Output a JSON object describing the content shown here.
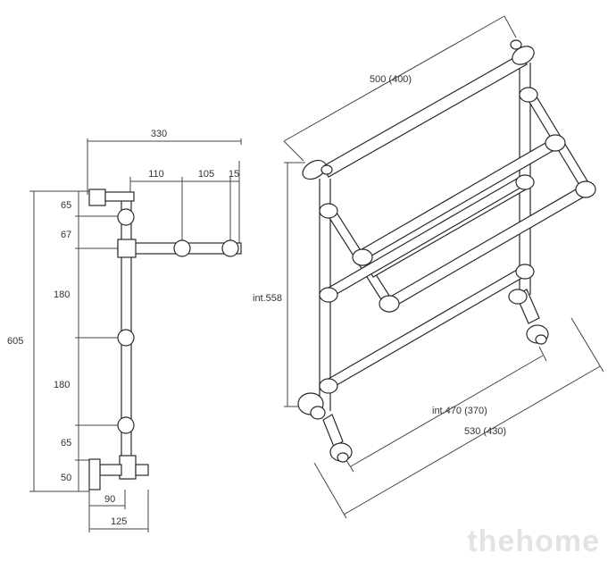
{
  "side_view": {
    "dims": {
      "total_width": "330",
      "seg_110": "110",
      "seg_105": "105",
      "seg_15": "15",
      "total_height": "605",
      "h_65_top": "65",
      "h_67": "67",
      "h_180_a": "180",
      "h_180_b": "180",
      "h_65_bottom": "65",
      "h_50": "50",
      "w_90": "90",
      "w_125": "125"
    }
  },
  "iso_view": {
    "dims": {
      "depth": "500 (400)",
      "height": "int.558",
      "inner_width": "int.470 (370)",
      "outer_width": "530 (430)"
    }
  },
  "watermark": "thehome",
  "colors": {
    "line": "#2a2a2a",
    "dimension": "#444444",
    "watermark": "#e3e3e3"
  }
}
